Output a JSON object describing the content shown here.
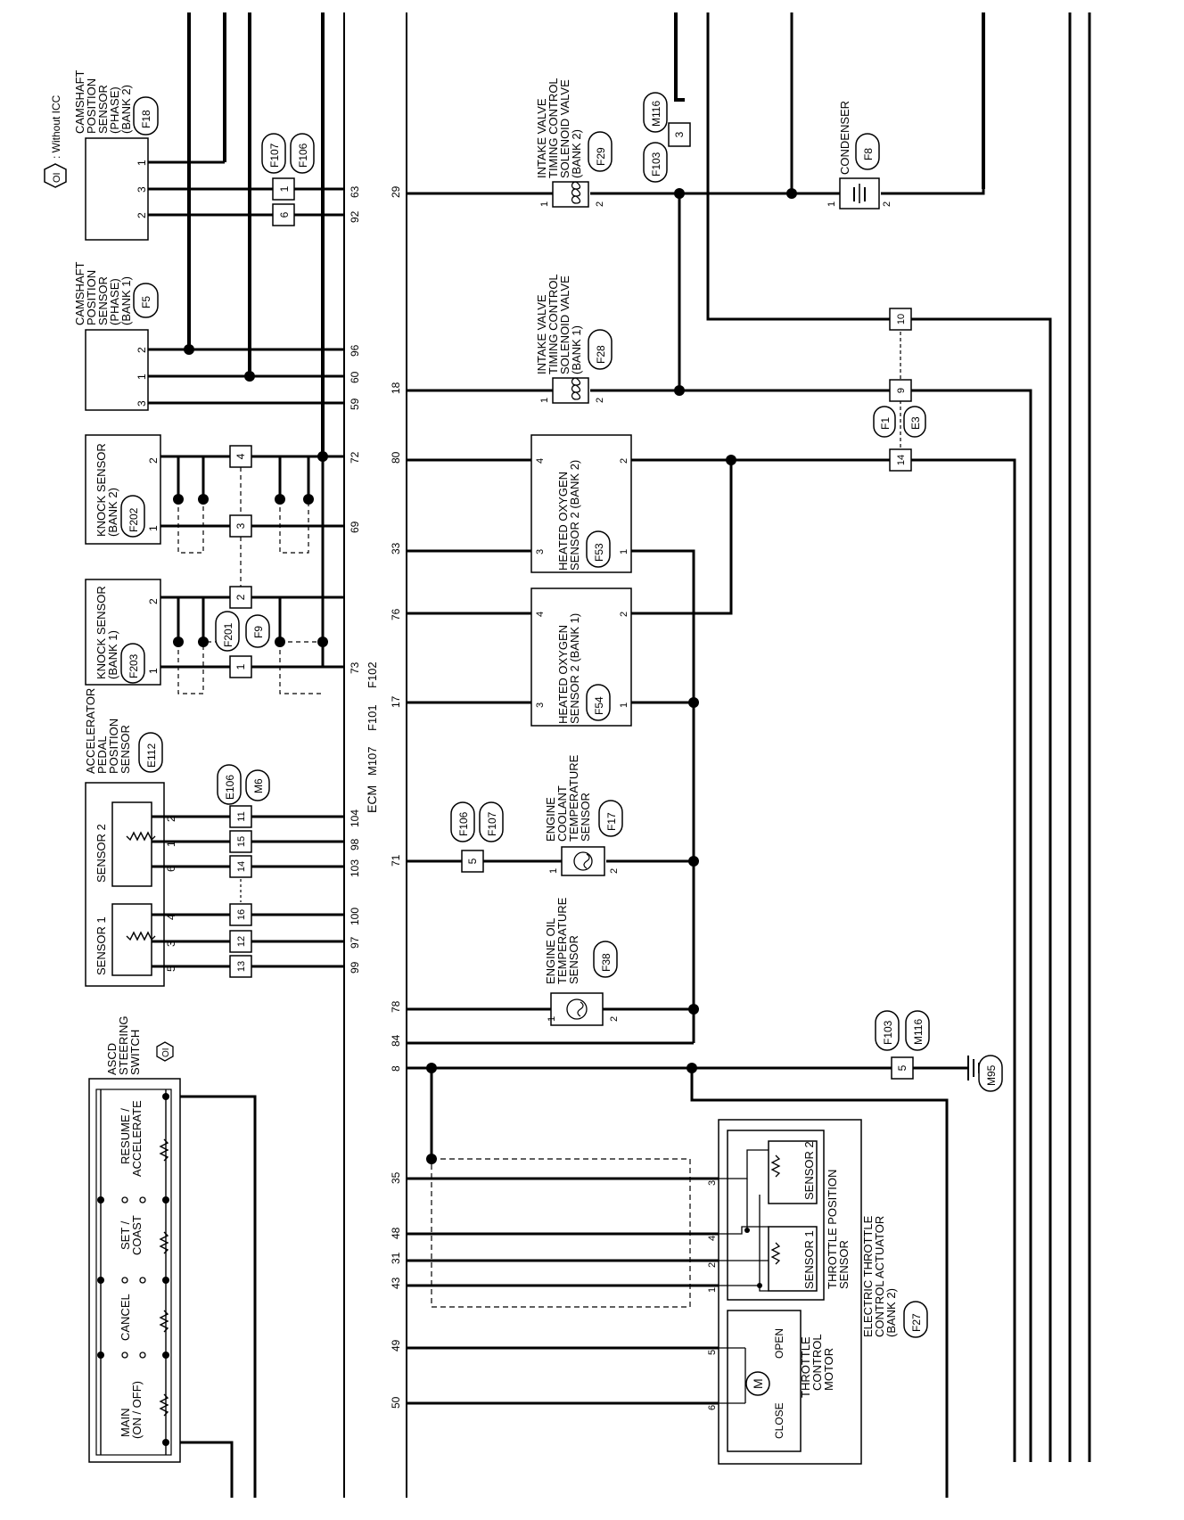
{
  "legend": {
    "symbol": "OI",
    "text": ": Without ICC"
  },
  "ecm": {
    "label": "ECM",
    "connectors": [
      "M107",
      "F101",
      "F102"
    ]
  },
  "camshaft_bank2": {
    "label": [
      "CAMSHAFT",
      "POSITION",
      "SENSOR",
      "(PHASE)",
      "(BANK 2)"
    ],
    "connector": "F18",
    "pins": [
      "1",
      "3",
      "2"
    ]
  },
  "camshaft_bank1": {
    "label": [
      "CAMSHAFT",
      "POSITION",
      "SENSOR",
      "(PHASE)",
      "(BANK 1)"
    ],
    "connector": "F5",
    "pins": [
      "2",
      "1",
      "3"
    ]
  },
  "knock_bank2": {
    "label": [
      "KNOCK SENSOR",
      "(BANK 2)"
    ],
    "connector": "F202",
    "pins": [
      "2",
      "1"
    ]
  },
  "knock_bank1": {
    "label": [
      "KNOCK SENSOR",
      "(BANK 1)"
    ],
    "connector": "F203",
    "pins": [
      "2",
      "1"
    ]
  },
  "app_sensor": {
    "label": [
      "ACCELERATOR",
      "PEDAL",
      "POSITION",
      "SENSOR"
    ],
    "connector": "E112",
    "sensor2": "SENSOR 2",
    "sensor1": "SENSOR 1",
    "pins": [
      "2",
      "1",
      "6",
      "4",
      "3",
      "5"
    ]
  },
  "ascd_switch": {
    "label": [
      "ASCD",
      "STEERING",
      "SWITCH"
    ],
    "marker": "OI",
    "switches": [
      "RESUME /",
      "ACCELERATE",
      "SET /",
      "COAST",
      "CANCEL",
      "MAIN",
      "(ON / OFF)"
    ]
  },
  "joint_connectors": {
    "cam": [
      "F107",
      "F106"
    ],
    "cam_pins": [
      "1",
      "6"
    ],
    "knock": [
      "F201",
      "F9"
    ],
    "knock_pins": [
      "4",
      "3",
      "2",
      "1"
    ],
    "app": [
      "E106",
      "M6"
    ],
    "app_pins": [
      "11",
      "15",
      "14",
      "16",
      "12",
      "13"
    ],
    "ect": [
      "F106",
      "F107"
    ],
    "ect_pin": "5",
    "ivt": [
      "F103",
      "M116"
    ],
    "ivt_pin": "3",
    "f1e3": [
      "F1",
      "E3"
    ],
    "f1e3_pins": [
      "10",
      "9",
      "14"
    ],
    "gnd": [
      "F103",
      "M116"
    ],
    "gnd_pin": "5",
    "gnd_label": "M95"
  },
  "ecm_terminals_upper": [
    "63",
    "92",
    "96",
    "60",
    "59",
    "72",
    "69",
    "73",
    "104",
    "98",
    "103",
    "100",
    "97",
    "99"
  ],
  "ecm_terminals_lower": [
    "29",
    "18",
    "80",
    "33",
    "76",
    "17",
    "71",
    "78",
    "84",
    "8",
    "35",
    "48",
    "31",
    "43",
    "49",
    "50"
  ],
  "ivt_bank2": {
    "label": [
      "INTAKE VALVE",
      "TIMING CONTROL",
      "SOLENOID VALVE",
      "(BANK 2)"
    ],
    "connector": "F29",
    "pins": [
      "1",
      "2"
    ]
  },
  "ivt_bank1": {
    "label": [
      "INTAKE VALVE",
      "TIMING CONTROL",
      "SOLENOID VALVE",
      "(BANK 1)"
    ],
    "connector": "F28",
    "pins": [
      "1",
      "2"
    ]
  },
  "condenser": {
    "label": "CONDENSER",
    "connector": "F8",
    "pins": [
      "1",
      "2"
    ]
  },
  "ho2s_bank2": {
    "label": [
      "HEATED OXYGEN",
      "SENSOR 2 (BANK 2)"
    ],
    "connector": "F53",
    "pins": [
      "4",
      "3",
      "2",
      "1"
    ]
  },
  "ho2s_bank1": {
    "label": [
      "HEATED OXYGEN",
      "SENSOR 2 (BANK 1)"
    ],
    "connector": "F54",
    "pins": [
      "4",
      "3",
      "2",
      "1"
    ]
  },
  "ect_sensor": {
    "label": [
      "ENGINE",
      "COOLANT",
      "TEMPERATURE",
      "SENSOR"
    ],
    "connector": "F17",
    "pins": [
      "1",
      "2"
    ]
  },
  "eot_sensor": {
    "label": [
      "ENGINE OIL",
      "TEMPERATURE",
      "SENSOR"
    ],
    "connector": "F38",
    "pins": [
      "1",
      "2"
    ]
  },
  "throttle": {
    "actuator_label": [
      "ELECTRIC THROTTLE",
      "CONTROL ACTUATOR",
      "(BANK 2)"
    ],
    "connector": "F27",
    "tps_label": [
      "THROTTLE POSITION",
      "SENSOR"
    ],
    "sensor2": "SENSOR 2",
    "sensor1": "SENSOR 1",
    "motor_label": [
      "THROTTLE",
      "CONTROL",
      "MOTOR"
    ],
    "open": "OPEN",
    "close": "CLOSE",
    "motor_symbol": "M",
    "pins": [
      "3",
      "4",
      "2",
      "1",
      "5",
      "6"
    ]
  }
}
